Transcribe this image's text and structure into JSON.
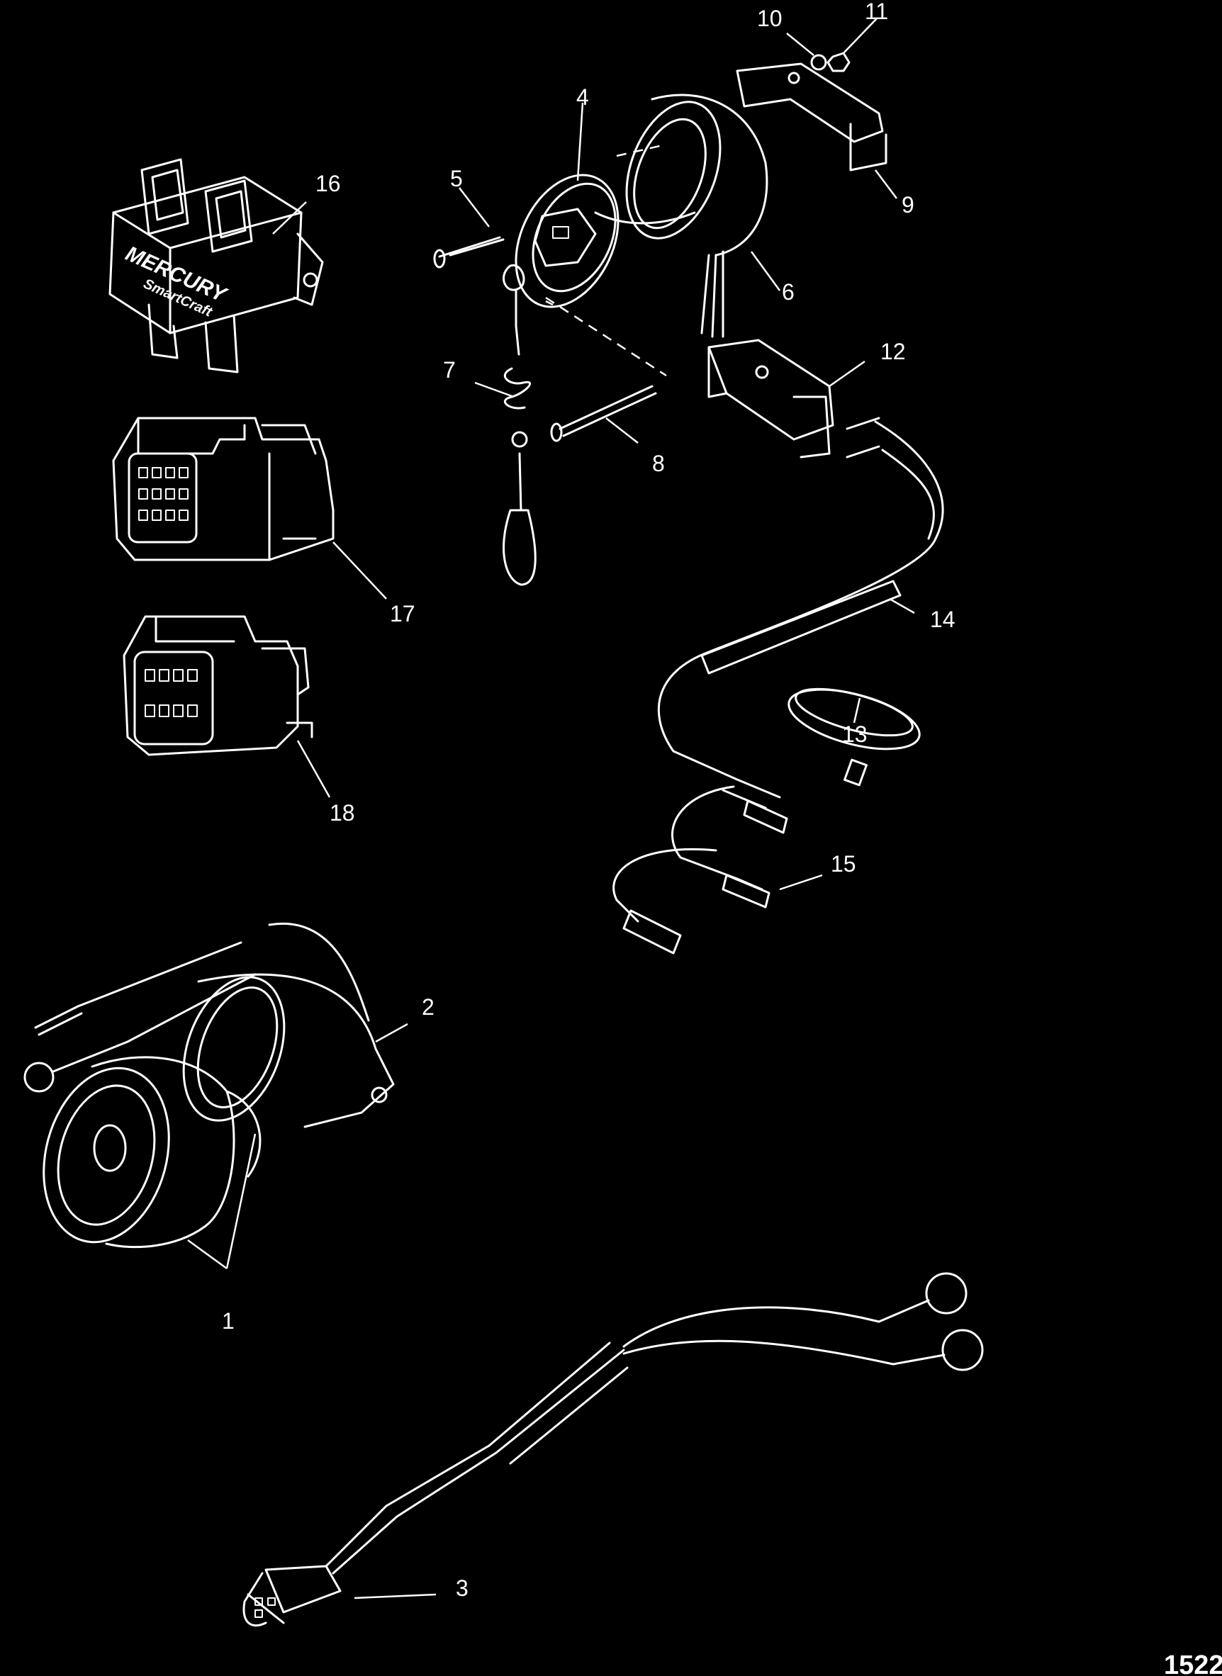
{
  "callouts": [
    "1",
    "2",
    "3",
    "4",
    "5",
    "6",
    "7",
    "8",
    "9",
    "10",
    "11",
    "12",
    "13",
    "14",
    "15",
    "16",
    "17",
    "18"
  ],
  "figure_ref": "1522",
  "logo": {
    "brand": "MERCURY",
    "product": "SmartCraft"
  },
  "colors": {
    "background": "#000000",
    "line_art": "#ffffff"
  }
}
